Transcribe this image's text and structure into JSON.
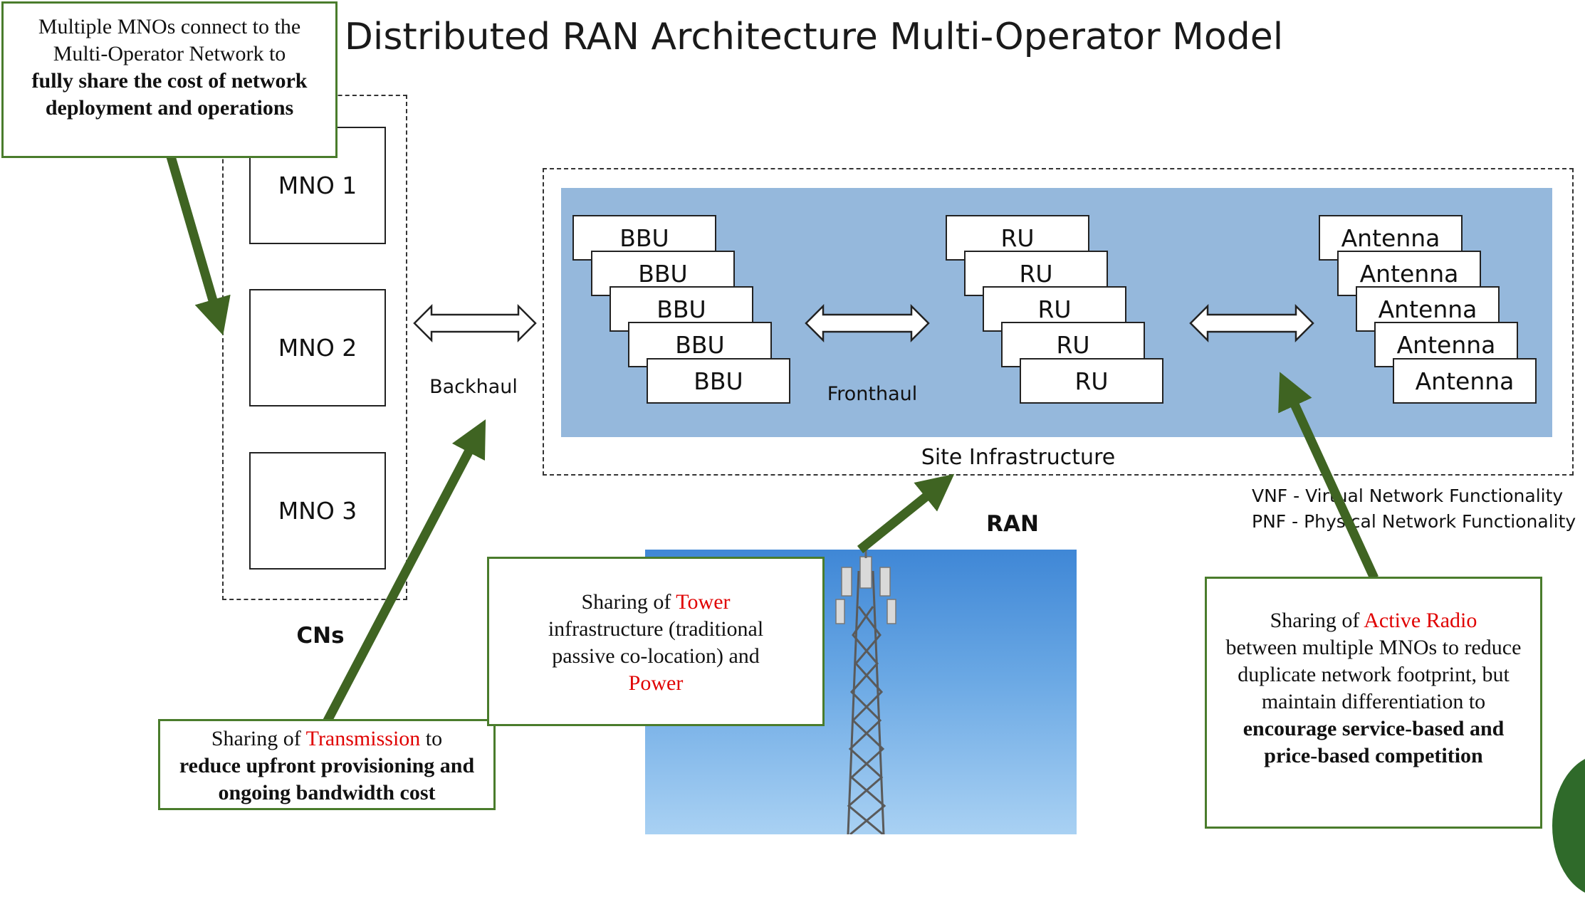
{
  "title": "Distributed RAN Architecture Multi-Operator Model",
  "callout_mno": {
    "line1": "Multiple MNOs connect to the",
    "line2": "Multi-Operator Network to",
    "bold": "fully share the cost of network deployment and operations"
  },
  "cns": {
    "items": [
      "MNO 1",
      "MNO 2",
      "MNO 3"
    ],
    "label": "CNs"
  },
  "backhaul_label": "Backhaul",
  "fronthaul_label": "Fronthaul",
  "site_infrastructure_label": "Site Infrastructure",
  "ran_label": "RAN",
  "bbu_stack": [
    "BBU",
    "BBU",
    "BBU",
    "BBU",
    "BBU"
  ],
  "ru_stack": [
    "RU",
    "RU",
    "RU",
    "RU",
    "RU"
  ],
  "antenna_stack": [
    "Antenna",
    "Antenna",
    "Antenna",
    "Antenna",
    "Antenna"
  ],
  "legend": {
    "vnf": "VNF - Virtual Network Functionality",
    "pnf": "PNF - Physical Network Functionality"
  },
  "callout_transmission": {
    "prefix": "Sharing of",
    "highlight": "Transmission",
    "suffix": "to",
    "bold": "reduce upfront provisioning and ongoing bandwidth cost"
  },
  "callout_tower": {
    "prefix": "Sharing of",
    "highlight": "Tower",
    "middle": "infrastructure (traditional passive co-location) and",
    "highlight2": "Power"
  },
  "callout_radio": {
    "prefix": "Sharing of",
    "highlight": "Active Radio",
    "middle": "between multiple MNOs to reduce duplicate network footprint, but maintain differentiation to",
    "bold": "encourage service-based and price-based competition"
  },
  "colors": {
    "callout_border": "#4a7c2c",
    "arrow_green": "#3f6422",
    "panel_blue": "#95b8dc",
    "highlight_red": "#e00000"
  }
}
